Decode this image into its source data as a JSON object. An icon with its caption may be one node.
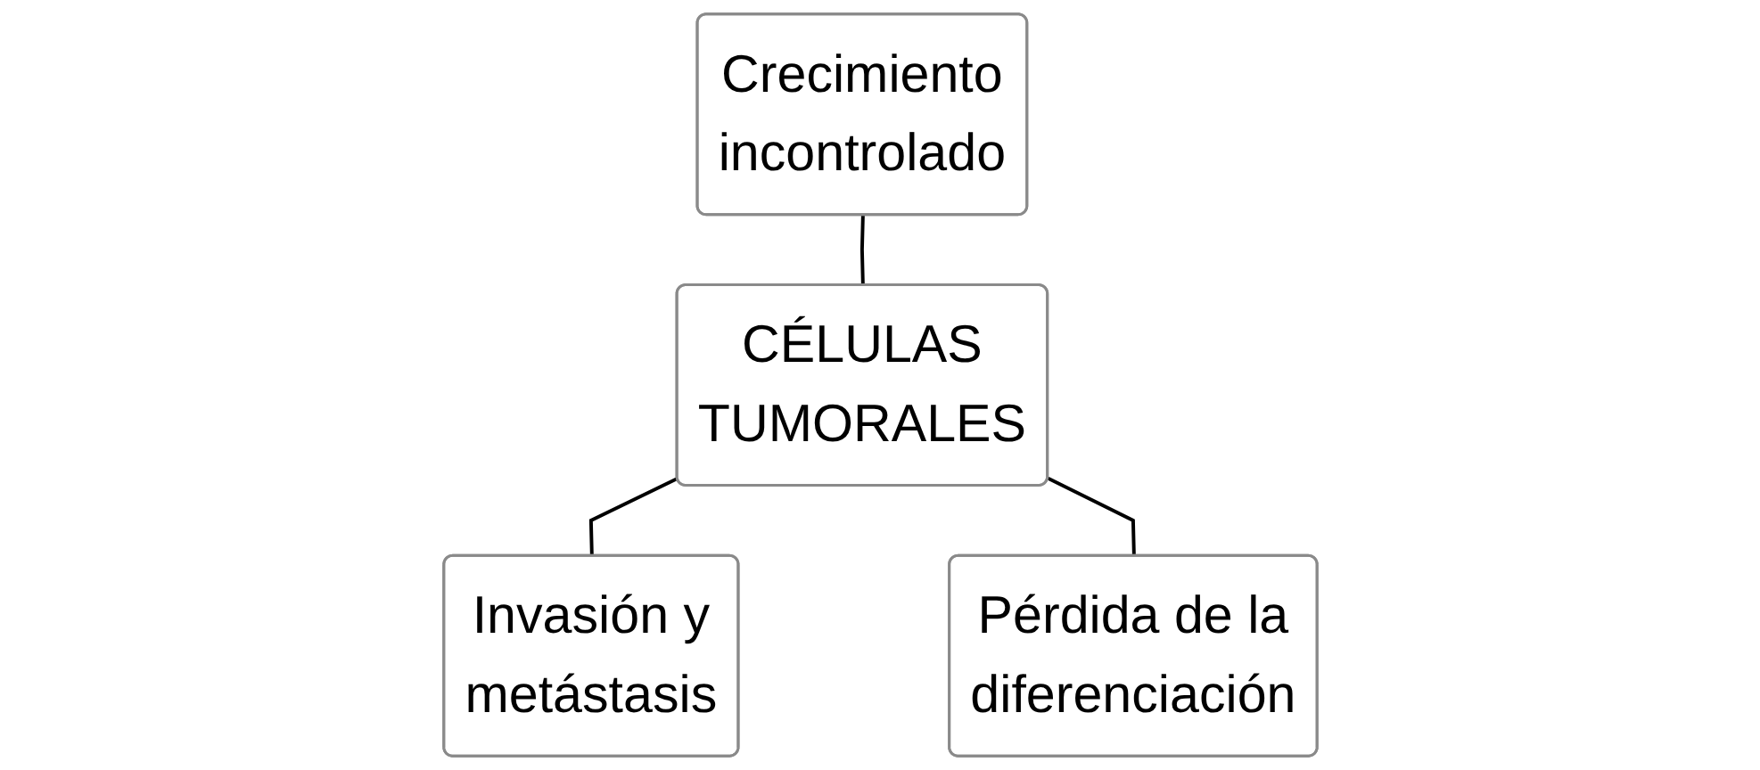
{
  "diagram": {
    "nodes": [
      {
        "text": [
          "Crecimiento incontrolado"
        ]
      },
      {
        "text": [
          "CÉLULAS TUMORALES"
        ]
      },
      {
        "text": [
          "Invasión y metástasis"
        ]
      },
      {
        "text": [
          "Pérdida de la diferenciación"
        ]
      }
    ],
    "edges": [
      {
        "from": 0,
        "to": 1,
        "arrow": "none"
      },
      {
        "from": 1,
        "to": 2,
        "arrow": "none"
      },
      {
        "from": 1,
        "to": 3,
        "arrow": "none"
      }
    ]
  }
}
